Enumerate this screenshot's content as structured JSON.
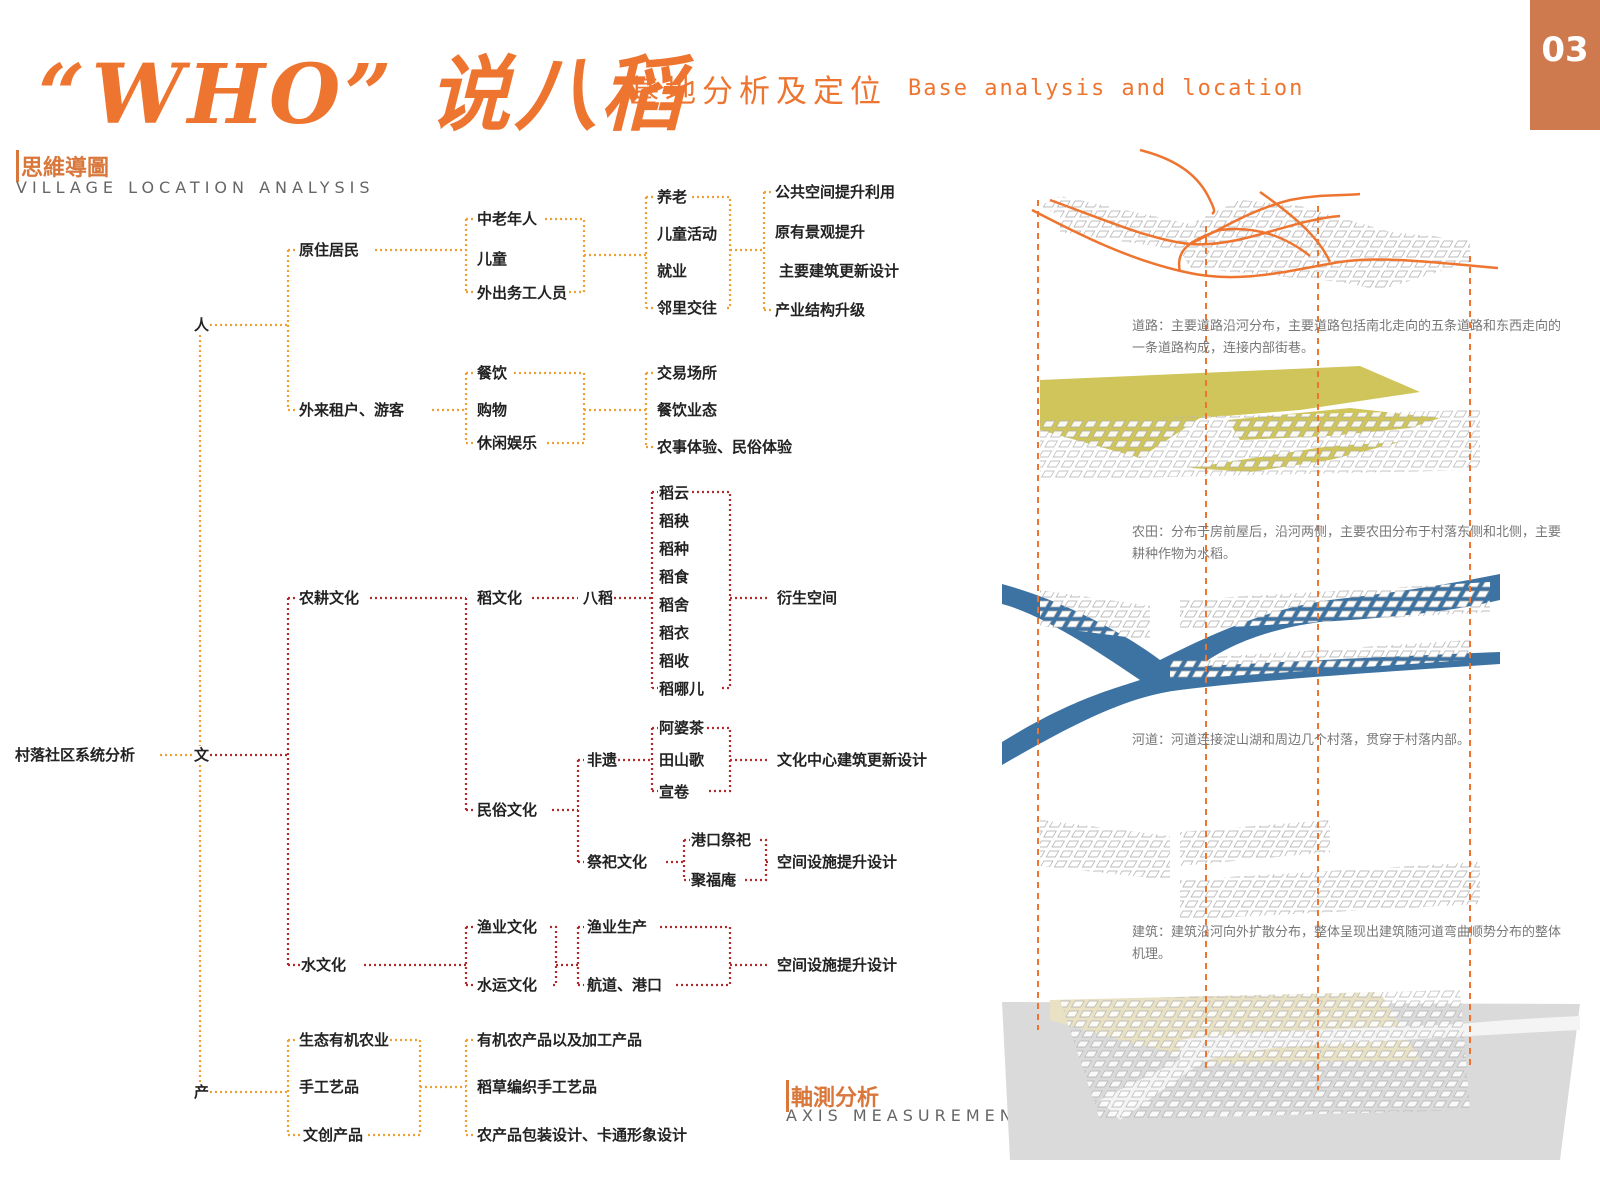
{
  "header": {
    "title_main": "“WHO” 说八稻",
    "title_zh": "基地分析及定位",
    "title_en": "Base analysis and location",
    "page_number": "03"
  },
  "mindmap": {
    "title": "思維導圖",
    "subtitle": "VILLAGE LOCATION ANALYSIS",
    "root": "村落社区系统分析",
    "level1": [
      "人",
      "文",
      "产"
    ],
    "ren": {
      "groups": [
        "原住居民",
        "外来租户、游客"
      ],
      "residents": [
        "中老年人",
        "儿童",
        "外出务工人员"
      ],
      "residents_needs": [
        "养老",
        "儿童活动",
        "就业",
        "邻里交往"
      ],
      "residents_outcomes": [
        "公共空间提升利用",
        "原有景观提升",
        "主要建筑更新设计",
        "产业结构升级"
      ],
      "visitors": [
        "餐饮",
        "购物",
        "休闲娱乐"
      ],
      "visitors_outcomes": [
        "交易场所",
        "餐饮业态",
        "农事体验、民俗体验"
      ]
    },
    "wen": {
      "groups": [
        "农耕文化",
        "水文化"
      ],
      "rice_culture": "稻文化",
      "ba_dao": "八稻",
      "eight_rice": [
        "稻云",
        "稻秧",
        "稻种",
        "稻食",
        "稻舍",
        "稻衣",
        "稻收",
        "稻哪儿"
      ],
      "rice_outcome": "衍生空间",
      "folk_culture": "民俗文化",
      "heritage": "非遗",
      "heritage_items": [
        "阿婆茶",
        "田山歌",
        "宣卷"
      ],
      "heritage_outcome": "文化中心建筑更新设计",
      "worship": "祭祀文化",
      "worship_items": [
        "港口祭祀",
        "聚福庵"
      ],
      "worship_outcome": "空间设施提升设计",
      "water_items": [
        "渔业文化",
        "水运文化"
      ],
      "water_sub": [
        "渔业生产",
        "航道、港口"
      ],
      "water_outcome": "空间设施提升设计"
    },
    "chan": {
      "items": [
        "生态有机农业",
        "手工艺品",
        "文创产品"
      ],
      "outcomes": [
        "有机农产品以及加工产品",
        "稻草编织手工艺品",
        "农产品包装设计、卡通形象设计"
      ]
    }
  },
  "axis": {
    "title": "軸測分析",
    "subtitle": "AXIS MEASUREMENT ANALYSIS",
    "captions": {
      "road": "道路：主要道路沿河分布，主要道路包括南北走向的五条道路和东西走向的一条道路构成，连接内部街巷。",
      "farmland": "农田：分布于房前屋后，沿河两侧，主要农田分布于村落东侧和北侧，主要耕种作物为水稻。",
      "river": "河道：河道连接淀山湖和周边几个村落，贯穿于村落内部。",
      "building": "建筑：建筑沿河向外扩散分布，整体呈现出建筑随河道弯曲顺势分布的整体机理。"
    }
  },
  "colors": {
    "accent": "#ee7530",
    "orange_line": "#f0a030",
    "red_line": "#b5282a",
    "farmland": "#cfc55a",
    "river": "#3d73a3",
    "page_tab": "#cf7a4e"
  }
}
